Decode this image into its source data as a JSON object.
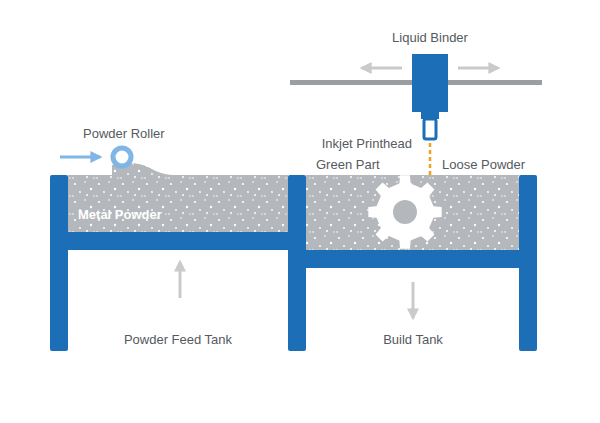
{
  "diagram": {
    "labels": [
      "Liquid Binder",
      "Powder Roller",
      "Inkjet Printhead",
      "Green Part",
      "Loose Powder",
      "Metal Powder",
      "Powder Feed Tank",
      "Build Tank"
    ]
  }
}
